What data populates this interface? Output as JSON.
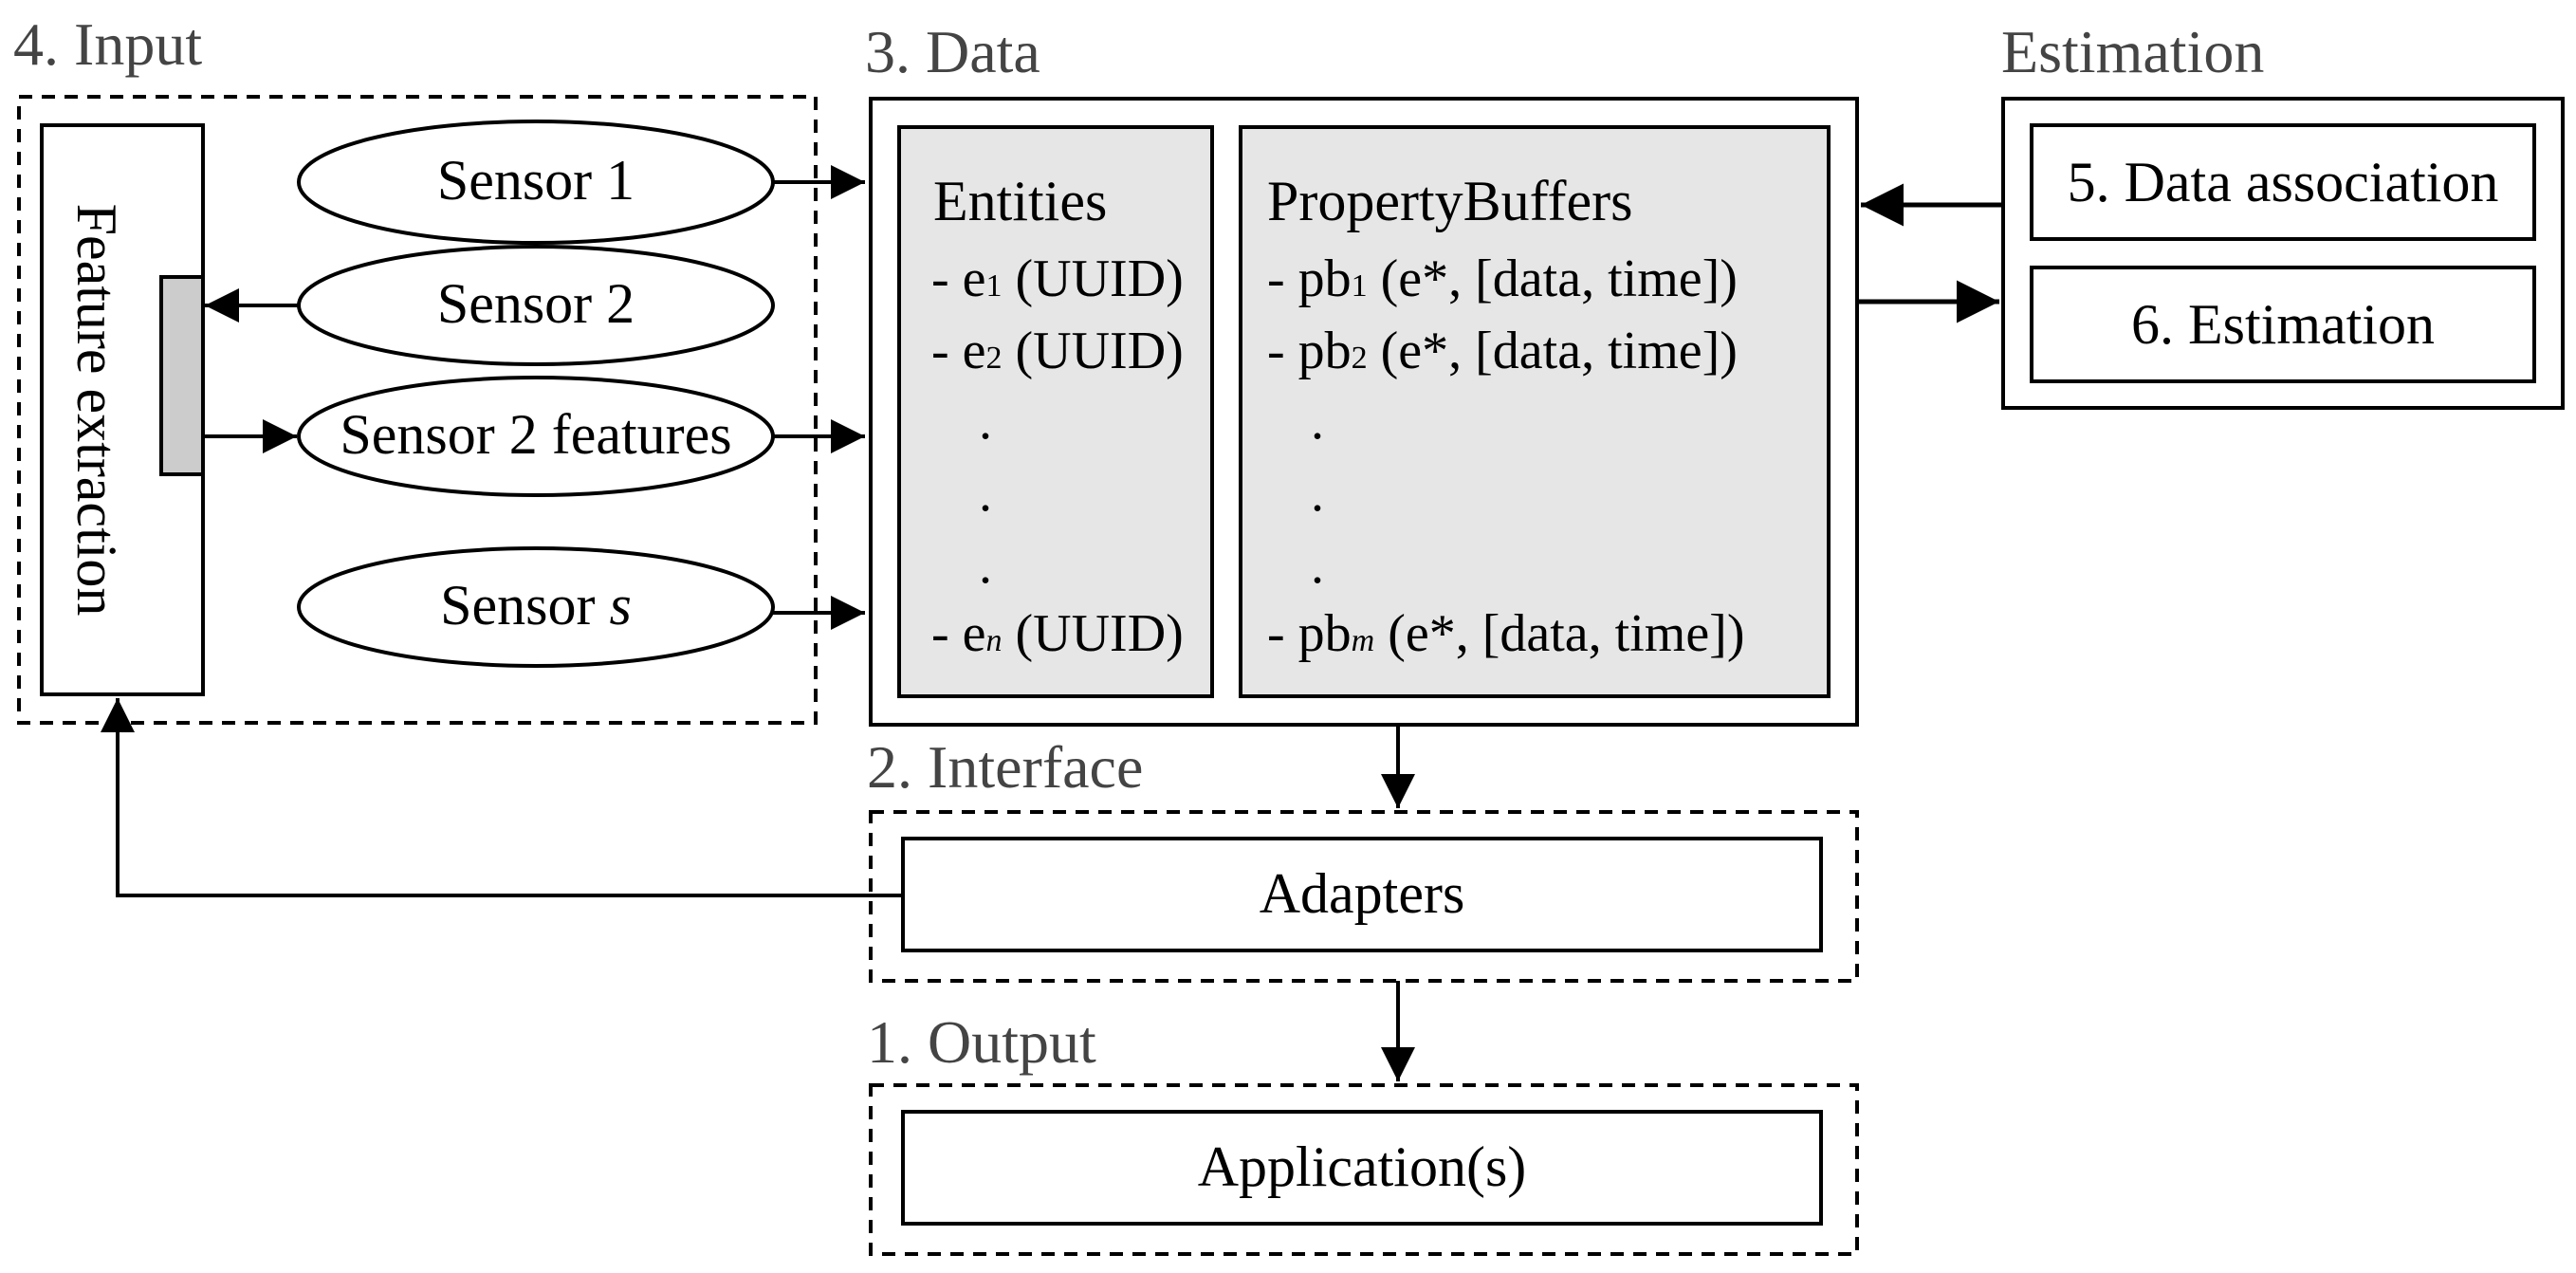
{
  "sections": {
    "input": "4. Input",
    "data": "3. Data",
    "estimation": "Estimation",
    "interface": "2. Interface",
    "output": "1. Output"
  },
  "input": {
    "feature_extraction": "Feature extraction",
    "sensor1": "Sensor 1",
    "sensor2": "Sensor 2",
    "sensor2_features": "Sensor 2 features",
    "sensor_s_prefix": "Sensor ",
    "sensor_s_var": "s"
  },
  "data": {
    "entities_title": "Entities",
    "entities": [
      {
        "prefix": "- e",
        "sub": "1",
        "suffix": " (UUID)"
      },
      {
        "prefix": "- e",
        "sub": "2",
        "suffix": " (UUID)"
      },
      {
        "prefix": "- e",
        "sub": "n",
        "suffix": " (UUID)"
      }
    ],
    "buffers_title": "PropertyBuffers",
    "buffers": [
      {
        "prefix": "- pb",
        "sub": "1",
        "suffix": " (e*, [data, time])"
      },
      {
        "prefix": "- pb",
        "sub": "2",
        "suffix": " (e*, [data, time])"
      },
      {
        "prefix": "- pb",
        "sub": "m",
        "suffix": " (e*, [data, time])"
      }
    ],
    "dot": "."
  },
  "estimation": {
    "data_association": "5. Data association",
    "estimation": "6. Estimation"
  },
  "interface": {
    "adapters": "Adapters"
  },
  "output": {
    "applications": "Application(s)"
  },
  "colors": {
    "panel_fill": "#e6e6e6",
    "line": "#000000",
    "section_text": "#444444"
  }
}
